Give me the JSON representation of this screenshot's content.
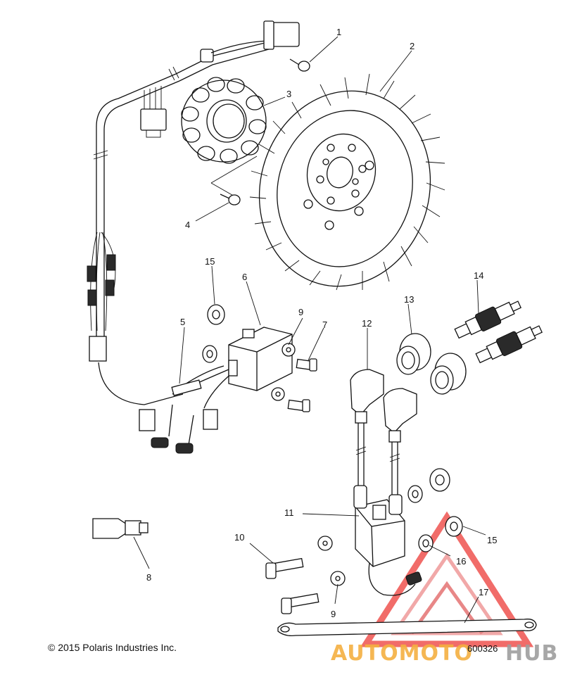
{
  "callouts": [
    {
      "id": "c1",
      "label": "1"
    },
    {
      "id": "c2",
      "label": "2"
    },
    {
      "id": "c3",
      "label": "3"
    },
    {
      "id": "c4",
      "label": "4"
    },
    {
      "id": "c5",
      "label": "5"
    },
    {
      "id": "c6",
      "label": "6"
    },
    {
      "id": "c7",
      "label": "7"
    },
    {
      "id": "c8",
      "label": "8"
    },
    {
      "id": "c9a",
      "label": "9"
    },
    {
      "id": "c9b",
      "label": "9"
    },
    {
      "id": "c10",
      "label": "10"
    },
    {
      "id": "c11",
      "label": "11"
    },
    {
      "id": "c12",
      "label": "12"
    },
    {
      "id": "c13",
      "label": "13"
    },
    {
      "id": "c14",
      "label": "14"
    },
    {
      "id": "c15a",
      "label": "15"
    },
    {
      "id": "c15b",
      "label": "15"
    },
    {
      "id": "c16",
      "label": "16"
    },
    {
      "id": "c17",
      "label": "17"
    }
  ],
  "footer": {
    "copyright": "© 2015 Polaris Industries Inc.",
    "drawing_number": "600326"
  },
  "watermark": {
    "word_a": "AUTOMOTO",
    "word_b": "HUB",
    "color_red": "#e53935",
    "color_orange": "#f5b041",
    "color_gray": "#9e9e9e"
  }
}
